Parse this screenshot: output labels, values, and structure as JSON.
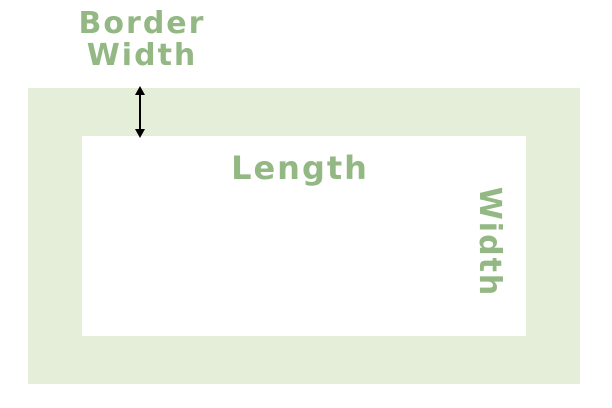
{
  "labels": {
    "border_width_line1": "Border",
    "border_width_line2": "Width",
    "length": "Length",
    "width": "Width"
  },
  "colors": {
    "label": "#93b883",
    "border_fill": "#e4eed8",
    "inner_fill": "#ffffff",
    "arrow": "#000000"
  },
  "icons": {
    "dimension_arrow": "double-headed-vertical-arrow-icon"
  }
}
